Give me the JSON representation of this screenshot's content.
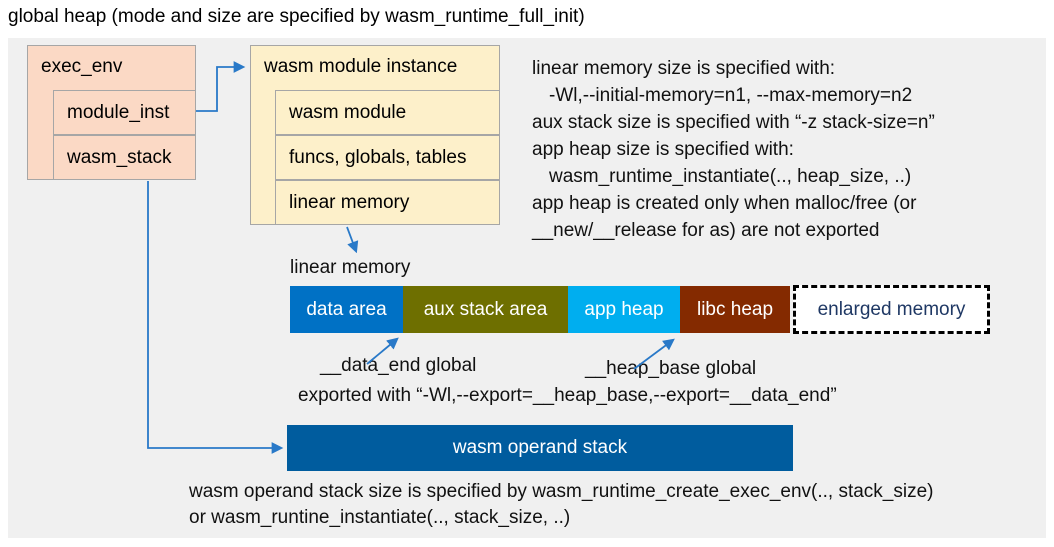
{
  "title": "global heap (mode and size are specified by wasm_runtime_full_init)",
  "exec_env": {
    "title": "exec_env",
    "module_inst": "module_inst",
    "wasm_stack": "wasm_stack"
  },
  "module_instance": {
    "title": "wasm module instance",
    "wasm_module": "wasm module",
    "funcs_globals_tables": "funcs, globals, tables",
    "linear_memory": "linear memory"
  },
  "notes_right": {
    "lines": [
      "linear memory size is specified with:",
      "-Wl,--initial-memory=n1, --max-memory=n2",
      "aux stack size is specified with “-z stack-size=n”",
      "app heap size is specified with:",
      "wasm_runtime_instantiate(.., heap_size, ..)",
      "app heap is created only when malloc/free (or",
      "__new/__release for as) are not exported"
    ]
  },
  "linear_memory": {
    "label": "linear memory",
    "segments": [
      {
        "label": "data area"
      },
      {
        "label": "aux stack area"
      },
      {
        "label": "app heap"
      },
      {
        "label": "libc heap"
      },
      {
        "label": "enlarged memory"
      }
    ]
  },
  "annotations": {
    "data_end": "__data_end global",
    "heap_base": "__heap_base global",
    "exported": "exported with “-Wl,--export=__heap_base,--export=__data_end”"
  },
  "operand_stack": {
    "label": "wasm operand stack",
    "note_line1": "wasm operand stack size is specified by wasm_runtime_create_exec_env(.., stack_size)",
    "note_line2": "or wasm_runtine_instantiate(.., stack_size, ..)"
  },
  "colors": {
    "background": "#f0f0f0",
    "box_pink": "#fbd9c5",
    "box_cream": "#fdf0ca",
    "box_border": "#a6a6a6",
    "arrow_blue": "#2979c8",
    "data_area_bg": "#0071c5",
    "aux_stack_bg": "#6e6f00",
    "app_heap_bg": "#00aeef",
    "libc_heap_bg": "#842a00",
    "segment_text": "#ffffff",
    "enlarged_text": "#1f3864",
    "operand_stack_bg": "#005c9e",
    "operand_stack_text": "#ffffff"
  }
}
